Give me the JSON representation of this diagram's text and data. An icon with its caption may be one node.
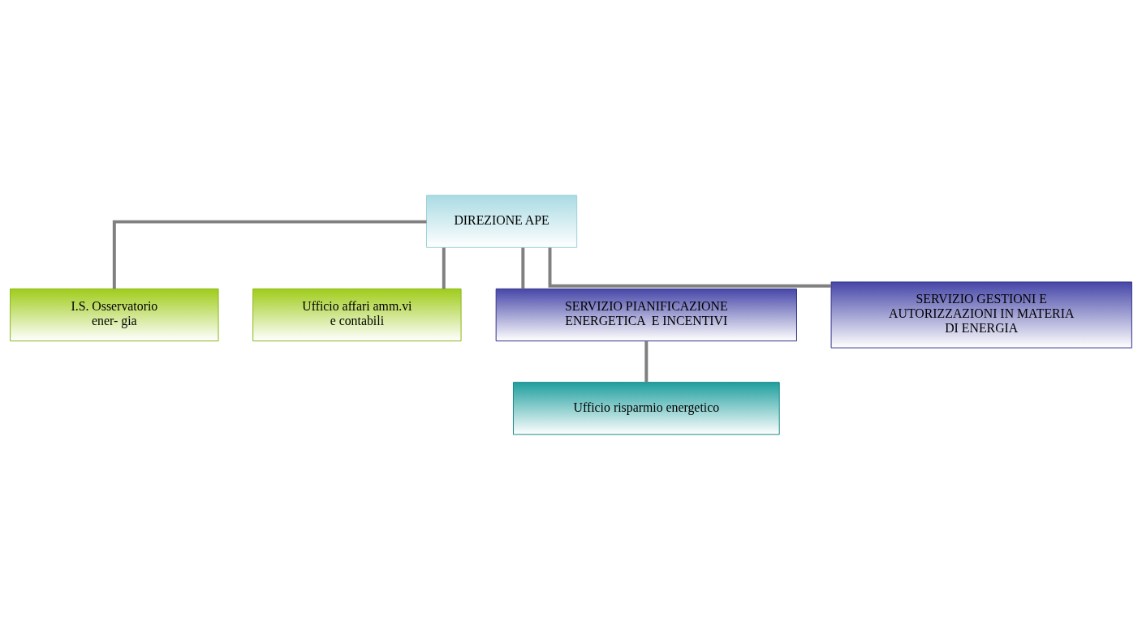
{
  "diagram": {
    "nodes": [
      {
        "text": [
          "DIREZIONE APE"
        ]
      },
      {
        "text": [
          "I.S. Osservatorio ener- gia"
        ]
      },
      {
        "text": [
          "Ufficio affari amm.vi e contabili"
        ]
      },
      {
        "text": [
          "SERVIZIO PIANIFICAZIONE ENERGETICA  E INCENTIVI"
        ]
      },
      {
        "text": [
          "SERVIZIO GESTIONI E AUTORIZZAZIONI IN MATERIA DI ENERGIA"
        ]
      },
      {
        "text": [
          "Ufficio risparmio energetico"
        ]
      }
    ],
    "edges": [
      {
        "from": 0,
        "to": 1,
        "arrow": "none"
      },
      {
        "from": 0,
        "to": 2,
        "arrow": "none"
      },
      {
        "from": 0,
        "to": 3,
        "arrow": "none"
      },
      {
        "from": 0,
        "to": 4,
        "arrow": "none"
      },
      {
        "from": 3,
        "to": 5,
        "arrow": "none"
      }
    ]
  }
}
